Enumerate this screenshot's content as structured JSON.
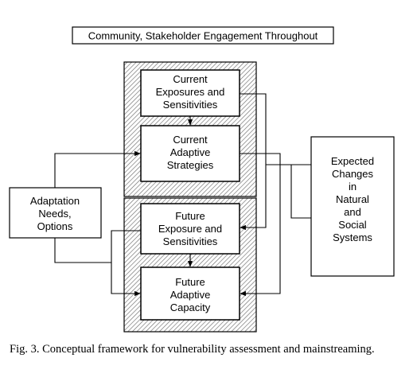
{
  "banner": "Community, Stakeholder Engagement Throughout",
  "boxes": {
    "current_exposures": [
      "Current",
      "Exposures and",
      "Sensitivities"
    ],
    "current_adaptive": [
      "Current",
      "Adaptive",
      "Strategies"
    ],
    "future_exposure": [
      "Future",
      "Exposure and",
      "Sensitivities"
    ],
    "future_adaptive": [
      "Future",
      "Adaptive",
      "Capacity"
    ],
    "adaptation_needs": [
      "Adaptation",
      "Needs,",
      "Options"
    ],
    "expected_changes": [
      "Expected",
      "Changes",
      "in",
      "Natural",
      "and",
      "Social",
      "Systems"
    ]
  },
  "caption": "Fig. 3. Conceptual framework for vulnerability assessment and mainstreaming."
}
